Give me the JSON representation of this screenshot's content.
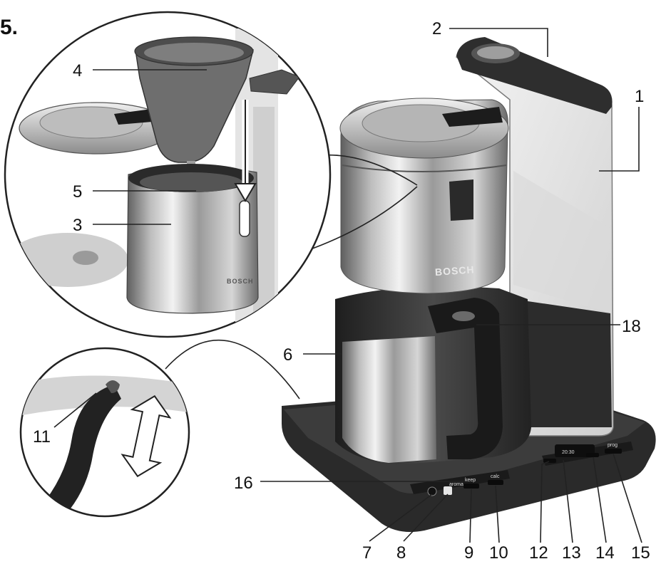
{
  "figure": {
    "number": "5."
  },
  "brand_text": "BOSCH",
  "display_readout": "20:30",
  "control_labels": {
    "keep": "keep",
    "aroma": "aroma",
    "calc": "calc",
    "prog": "prog"
  },
  "callouts": [
    {
      "id": "c1",
      "label": "1"
    },
    {
      "id": "c2",
      "label": "2"
    },
    {
      "id": "c3",
      "label": "3"
    },
    {
      "id": "c4",
      "label": "4"
    },
    {
      "id": "c5",
      "label": "5"
    },
    {
      "id": "c6",
      "label": "6"
    },
    {
      "id": "c7",
      "label": "7"
    },
    {
      "id": "c8",
      "label": "8"
    },
    {
      "id": "c9",
      "label": "9"
    },
    {
      "id": "c10",
      "label": "10"
    },
    {
      "id": "c11",
      "label": "11"
    },
    {
      "id": "c12",
      "label": "12"
    },
    {
      "id": "c13",
      "label": "13"
    },
    {
      "id": "c14",
      "label": "14"
    },
    {
      "id": "c15",
      "label": "15"
    },
    {
      "id": "c16",
      "label": "16"
    },
    {
      "id": "c18",
      "label": "18"
    }
  ]
}
